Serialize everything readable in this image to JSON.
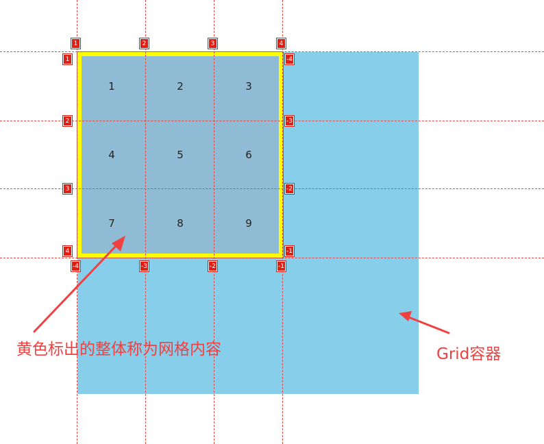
{
  "grid": {
    "cells": [
      "1",
      "2",
      "3",
      "4",
      "5",
      "6",
      "7",
      "8",
      "9"
    ]
  },
  "line_numbers": {
    "top": [
      "1",
      "2",
      "3",
      "4"
    ],
    "bottom": [
      "-4",
      "-3",
      "-2",
      "-1"
    ],
    "left": [
      "1",
      "2",
      "3",
      "4"
    ],
    "right": [
      "-4",
      "-3",
      "-2",
      "-1"
    ]
  },
  "annotations": {
    "content_label": "黄色标出的整体称为网格内容",
    "container_label": "Grid容器"
  },
  "colors": {
    "container": "#87ceeb",
    "content": "#8fbcd4",
    "content_border": "#ffff00",
    "guide_line": "#e04848",
    "line_tag": "#e01e14",
    "annotation": "#f04040"
  }
}
